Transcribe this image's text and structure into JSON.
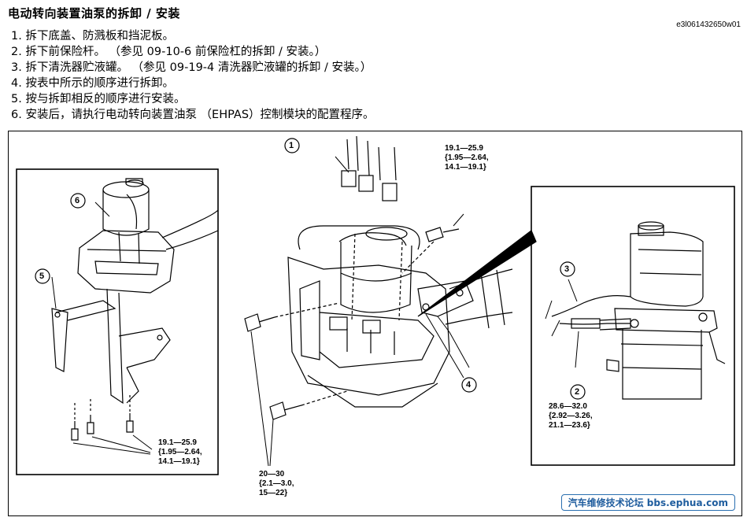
{
  "title": "电动转向装置油泵的拆卸 / 安装",
  "doc_id": "e3l061432650w01",
  "steps": [
    "1.  拆下底盖、防溅板和挡泥板。",
    "2.  拆下前保险杆。  （参见 09-10-6 前保险杠的拆卸 / 安装。）",
    "3.  拆下清洗器贮液罐。  （参见 09-19-4 清洗器贮液罐的拆卸 / 安装。）",
    "4.  按表中所示的顺序进行拆卸。",
    "5.  按与拆卸相反的顺序进行安装。",
    "6.  安装后，请执行电动转向装置油泵 （EHPAS）控制模块的配置程序。"
  ],
  "callouts": [
    "1",
    "2",
    "3",
    "4",
    "5",
    "6"
  ],
  "torque_labels": {
    "top_center": "19.1—25.9\n{1.95—2.64,\n14.1—19.1}",
    "bottom_left": "19.1—25.9\n{1.95—2.64,\n14.1—19.1}",
    "bottom_center": "20—30\n{2.1—3.0,\n15—22}",
    "right_inset": "28.6—32.0\n{2.92—3.26,\n21.1—23.6}"
  },
  "watermark": "汽车维修技术论坛 bbs.ephua.com"
}
